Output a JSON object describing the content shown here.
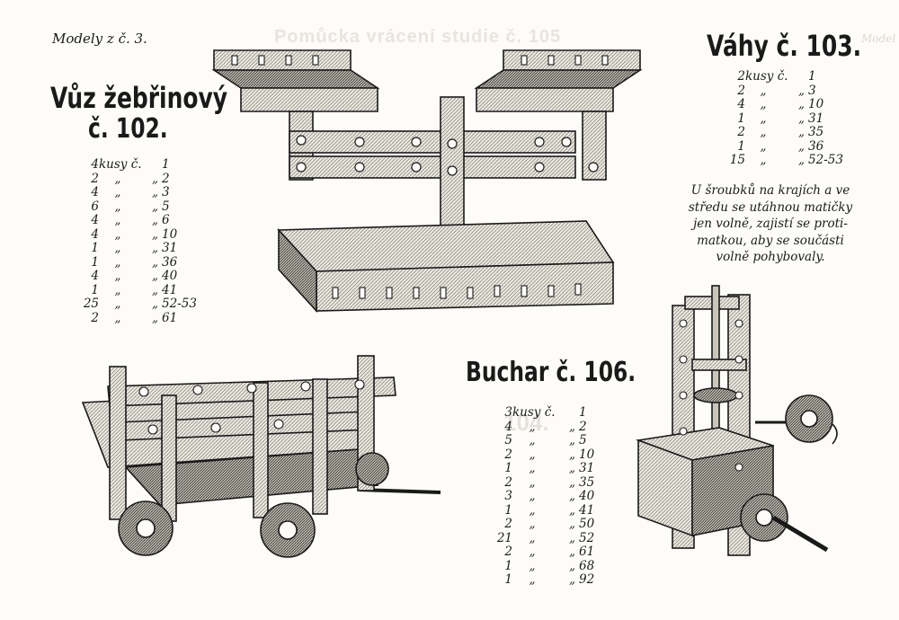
{
  "page": {
    "header_label": "Modely z č. 3.",
    "ghost_heading": "Pomůcka vrácení studie č. 105",
    "ghost_number": "104.",
    "ghost_right": "Model"
  },
  "models": [
    {
      "title_line1": "Vůz žebřinový",
      "title_line2": "č. 102.",
      "parts": [
        {
          "qty": "4",
          "d1": "kusy č.",
          "d2": "",
          "no": "1"
        },
        {
          "qty": "2",
          "d1": "„",
          "d2": "„",
          "no": "2"
        },
        {
          "qty": "4",
          "d1": "„",
          "d2": "„",
          "no": "3"
        },
        {
          "qty": "6",
          "d1": "„",
          "d2": "„",
          "no": "5"
        },
        {
          "qty": "4",
          "d1": "„",
          "d2": "„",
          "no": "6"
        },
        {
          "qty": "4",
          "d1": "„",
          "d2": "„",
          "no": "10"
        },
        {
          "qty": "1",
          "d1": "„",
          "d2": "„",
          "no": "31"
        },
        {
          "qty": "1",
          "d1": "„",
          "d2": "„",
          "no": "36"
        },
        {
          "qty": "4",
          "d1": "„",
          "d2": "„",
          "no": "40"
        },
        {
          "qty": "1",
          "d1": "„",
          "d2": "„",
          "no": "41"
        },
        {
          "qty": "25",
          "d1": "„",
          "d2": "„",
          "no": "52-53"
        },
        {
          "qty": "2",
          "d1": "„",
          "d2": "„",
          "no": "61"
        }
      ]
    },
    {
      "title": "Váhy č. 103.",
      "parts": [
        {
          "qty": "2",
          "d1": "kusy č.",
          "d2": "",
          "no": "1"
        },
        {
          "qty": "2",
          "d1": "„",
          "d2": "„",
          "no": "3"
        },
        {
          "qty": "4",
          "d1": "„",
          "d2": "„",
          "no": "10"
        },
        {
          "qty": "1",
          "d1": "„",
          "d2": "„",
          "no": "31"
        },
        {
          "qty": "2",
          "d1": "„",
          "d2": "„",
          "no": "35"
        },
        {
          "qty": "1",
          "d1": "„",
          "d2": "„",
          "no": "36"
        },
        {
          "qty": "15",
          "d1": "„",
          "d2": "„",
          "no": "52-53"
        }
      ],
      "note_lines": [
        "U šroubků na krajích a ve",
        "středu se utáhnou matičky",
        "jen volně, zajistí se proti-",
        "matkou, aby se součásti",
        "volně pohybovaly."
      ]
    },
    {
      "title": "Buchar č. 106.",
      "parts": [
        {
          "qty": "3",
          "d1": "kusy č.",
          "d2": "",
          "no": "1"
        },
        {
          "qty": "4",
          "d1": "„",
          "d2": "„",
          "no": "2"
        },
        {
          "qty": "5",
          "d1": "„",
          "d2": "„",
          "no": "5"
        },
        {
          "qty": "2",
          "d1": "„",
          "d2": "„",
          "no": "10"
        },
        {
          "qty": "1",
          "d1": "„",
          "d2": "„",
          "no": "31"
        },
        {
          "qty": "2",
          "d1": "„",
          "d2": "„",
          "no": "35"
        },
        {
          "qty": "3",
          "d1": "„",
          "d2": "„",
          "no": "40"
        },
        {
          "qty": "1",
          "d1": "„",
          "d2": "„",
          "no": "41"
        },
        {
          "qty": "2",
          "d1": "„",
          "d2": "„",
          "no": "50"
        },
        {
          "qty": "21",
          "d1": "„",
          "d2": "„",
          "no": "52"
        },
        {
          "qty": "2",
          "d1": "„",
          "d2": "„",
          "no": "61"
        },
        {
          "qty": "1",
          "d1": "„",
          "d2": "„",
          "no": "68"
        },
        {
          "qty": "1",
          "d1": "„",
          "d2": "„",
          "no": "92"
        }
      ]
    }
  ]
}
